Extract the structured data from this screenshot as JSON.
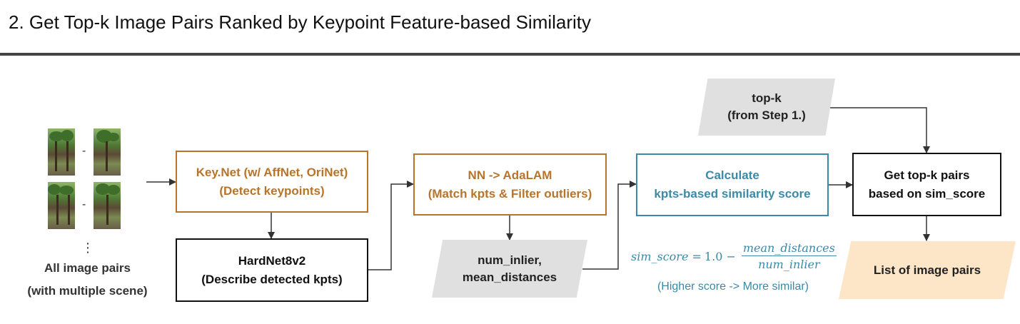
{
  "title": "2. Get Top-k Image Pairs Ranked by Keypoint Feature-based Similarity",
  "input": {
    "pair_separator": "-",
    "ellipsis": "⋮",
    "caption_line1": "All image pairs",
    "caption_line2": "(with multiple scene)"
  },
  "nodes": {
    "keynet": {
      "line1": "Key.Net (w/ AffNet, OriNet)",
      "line2": "(Detect keypoints)"
    },
    "hardnet": {
      "line1": "HardNet8v2",
      "line2": "(Describe detected kpts)"
    },
    "adalam": {
      "line1": "NN -> AdaLAM",
      "line2": "(Match kpts & Filter outliers)"
    },
    "matches_out": {
      "line1": "num_inlier,",
      "line2": "mean_distances"
    },
    "similarity": {
      "line1": "Calculate",
      "line2": "kpts-based similarity score"
    },
    "topk_in": {
      "line1": "top-k",
      "line2": "(from Step 1.)"
    },
    "select": {
      "line1": "Get top-k pairs",
      "line2": "based on sim_score"
    },
    "output": {
      "line1": "List of image pairs"
    }
  },
  "formula": {
    "lhs": "sim_score =",
    "constant": "1.0 −",
    "numerator": "mean_distances",
    "denominator": "num_inlier",
    "note": "(Higher score -> More similar)"
  },
  "colors": {
    "orange": "#b8742b",
    "blue": "#3a8aa8",
    "black": "#111111",
    "gray_fill": "#e0e0e0",
    "peach_fill": "#fde5c7"
  }
}
